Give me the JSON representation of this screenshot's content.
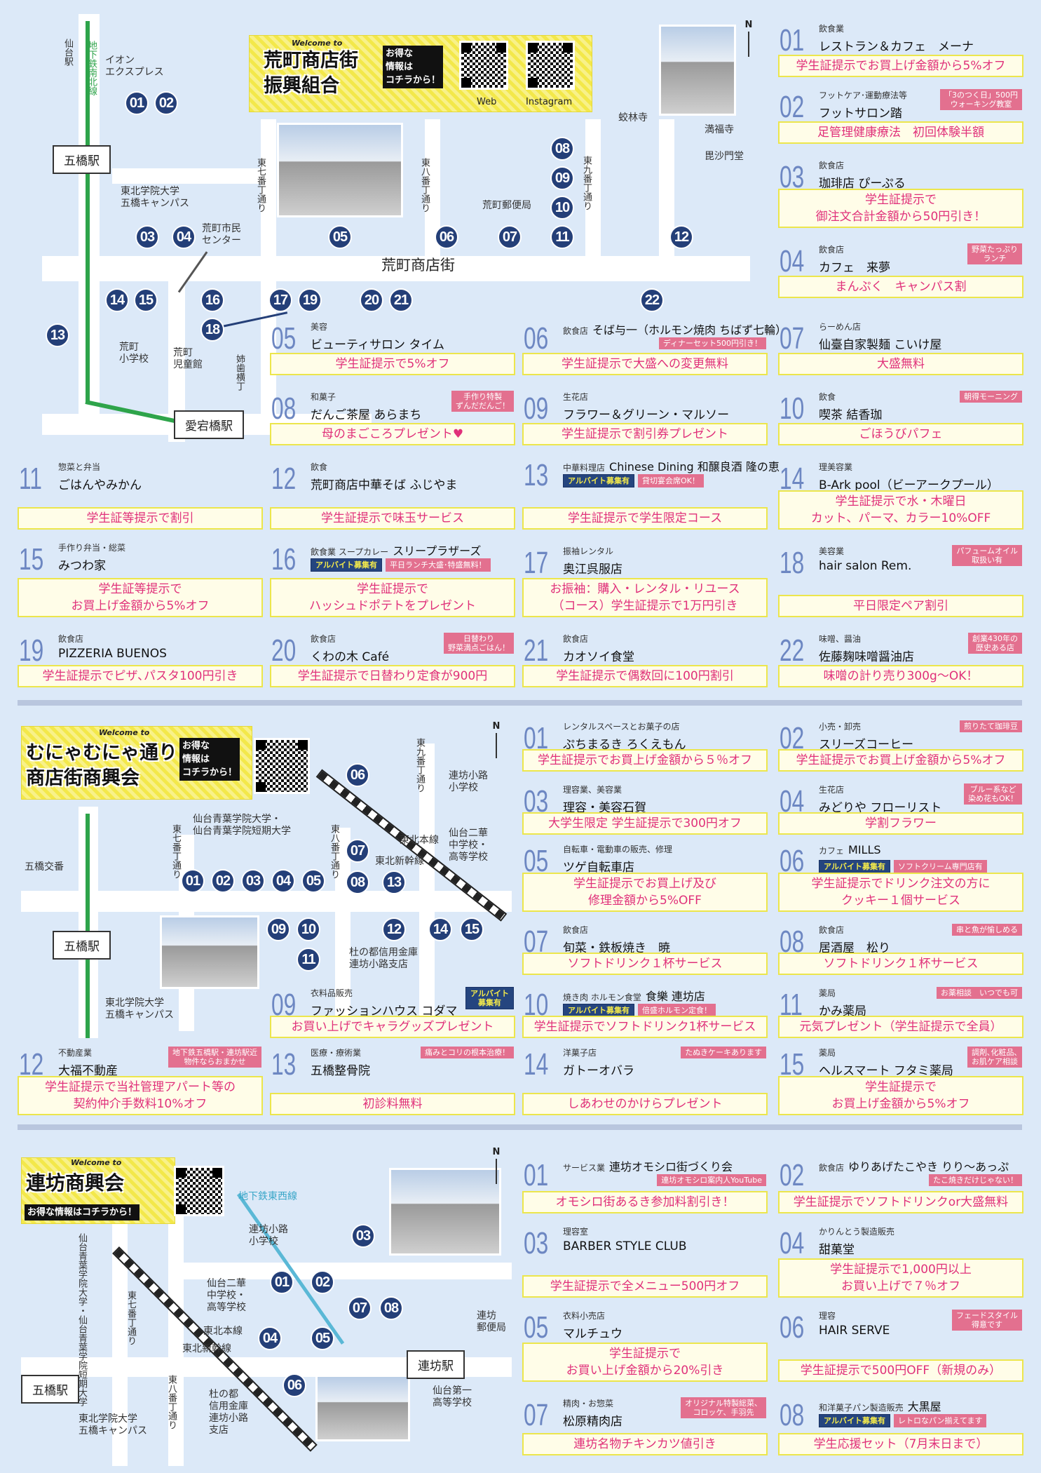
{
  "colors": {
    "background": "#dce9f8",
    "pin": "#243f78",
    "offer_text": "#e0307a",
    "badge_pink": "#e3708f",
    "badge_navy": "#25457f",
    "number": "#6d87c2"
  },
  "sections": [
    {
      "map": {
        "welcome": "Welcome to",
        "title": "荒町商店街\n振興組合",
        "info": "お得な\n情報は\nコチラから！",
        "qr_labels": [
          "Web",
          "Instagram"
        ],
        "labels": [
          "仙台駅",
          "地下鉄南北線",
          "イオン\nエクスプレス",
          "東北学院大学\n五橋キャンパス",
          "荒町市民\nセンター",
          "荒町\n小学校",
          "荒町\n児童館",
          "姉歯横丁",
          "東七番丁通り",
          "東八番丁通り",
          "東九番丁通り",
          "荒町郵便局",
          "蛟林寺",
          "満福寺",
          "毘沙門堂",
          "荒町商店街"
        ],
        "stations": [
          "五橋駅",
          "愛宕橋駅"
        ],
        "pins": [
          "01",
          "02",
          "03",
          "04",
          "05",
          "06",
          "07",
          "08",
          "09",
          "10",
          "11",
          "12",
          "13",
          "14",
          "15",
          "16",
          "17",
          "19",
          "20",
          "21",
          "22",
          "18"
        ],
        "north": "N"
      },
      "shops": [
        {
          "num": "01",
          "cat": "飲食業",
          "name": "レストラン＆カフェ　メーナ",
          "badges": [],
          "offer": "学生証提示でお買上げ金額から5%オフ"
        },
        {
          "num": "02",
          "cat": "フットケア･運動療法等",
          "name": "フットサロン踏",
          "badges": [
            {
              "text": "「3のつく日」500円\nウォーキング教室",
              "type": "pink"
            }
          ],
          "offer": "足管理健康療法　初回体験半額"
        },
        {
          "num": "03",
          "cat": "飲食店",
          "name": "珈琲店 ぴーぷる",
          "badges": [],
          "offer": "学生証提示で\n御注文合計金額から50円引き！"
        },
        {
          "num": "04",
          "cat": "飲食店",
          "name": "カフェ　来夢",
          "badges": [
            {
              "text": "野菜たっぷり\nランチ",
              "type": "pink"
            }
          ],
          "offer": "まんぷく　キャンパス割"
        },
        {
          "num": "05",
          "cat": "美容",
          "name": "ビューティサロン タイム",
          "badges": [],
          "offer": "学生証提示で5%オフ"
        },
        {
          "num": "06",
          "cat": "飲食店",
          "name": "そば与一（ホルモン焼肉 ちばず七輪）",
          "badges": [
            {
              "text": "ディナーセット500円引き！",
              "type": "pink"
            }
          ],
          "offer": "学生証提示で大盛への変更無料"
        },
        {
          "num": "07",
          "cat": "らーめん店",
          "name": "仙臺自家製麺 こいけ屋",
          "badges": [],
          "offer": "大盛無料"
        },
        {
          "num": "08",
          "cat": "和菓子",
          "name": "だんご茶屋 あらまち",
          "badges": [
            {
              "text": "手作り特製\nずんだだんご！",
              "type": "pink"
            }
          ],
          "offer": "母のまごころプレゼント♥"
        },
        {
          "num": "09",
          "cat": "生花店",
          "name": "フラワー＆グリーン・マルソー",
          "badges": [],
          "offer": "学生証提示で割引券プレゼント"
        },
        {
          "num": "10",
          "cat": "飲食",
          "name": "喫茶 結香珈",
          "badges": [
            {
              "text": "朝得モーニング",
              "type": "pink"
            }
          ],
          "offer": "ごほうびパフェ"
        },
        {
          "num": "11",
          "cat": "惣菜と弁当",
          "name": "ごはんやみかん",
          "badges": [],
          "offer": "学生証等提示で割引"
        },
        {
          "num": "12",
          "cat": "飲食",
          "name": "荒町商店中華そば ふじやま",
          "badges": [],
          "offer": "学生証提示で味玉サービス"
        },
        {
          "num": "13",
          "cat": "中華料理店",
          "name": "Chinese Dining 和醸良酒 隆の恵",
          "badges": [
            {
              "text": "アルバイト募集有",
              "type": "navy"
            },
            {
              "text": "貸切宴会席OK！",
              "type": "pink"
            }
          ],
          "offer": "学生証提示で学生限定コース"
        },
        {
          "num": "14",
          "cat": "理美容業",
          "name": "B-Ark pool（ビーアークプール）",
          "badges": [],
          "offer": "学生証提示で水・木曜日\nカット、パーマ、カラー10%OFF"
        },
        {
          "num": "15",
          "cat": "手作り弁当・総菜",
          "name": "みつわ家",
          "badges": [],
          "offer": "学生証等提示で\nお買上げ金額から5%オフ"
        },
        {
          "num": "16",
          "cat": "飲食業 スープカレー",
          "name": "スリープラザーズ",
          "badges": [
            {
              "text": "アルバイト募集有",
              "type": "navy"
            },
            {
              "text": "平日ランチ大盛･特盛無料！",
              "type": "pink"
            }
          ],
          "offer": "学生証提示で\nハッシュドポテトをプレゼント"
        },
        {
          "num": "17",
          "cat": "振袖レンタル",
          "name": "奥江呉服店",
          "badges": [],
          "offer": "お振袖：購入・レンタル・リユース\n（コース）学生証提示で1万円引き"
        },
        {
          "num": "18",
          "cat": "美容業",
          "name": "hair salon Rem.",
          "badges": [
            {
              "text": "パフュームオイル\n取扱い有",
              "type": "pink"
            }
          ],
          "offer": "平日限定ペア割引"
        },
        {
          "num": "19",
          "cat": "飲食店",
          "name": "PIZZERIA BUENOS",
          "badges": [],
          "offer": "学生証提示でピザ､パスタ100円引き"
        },
        {
          "num": "20",
          "cat": "飲食店",
          "name": "くわの木 Café",
          "badges": [
            {
              "text": "日替わり\n野菜満点ごはん！",
              "type": "pink"
            }
          ],
          "offer": "学生証提示で日替わり定食が900円"
        },
        {
          "num": "21",
          "cat": "飲食店",
          "name": "カオソイ食堂",
          "badges": [],
          "offer": "学生証提示で偶数回に100円割引"
        },
        {
          "num": "22",
          "cat": "味噌、醤油",
          "name": "佐藤麹味噌醤油店",
          "badges": [
            {
              "text": "創業430年の\n歴史ある店",
              "type": "pink"
            }
          ],
          "offer": "味噌の計り売り300g～OK！"
        }
      ]
    },
    {
      "map": {
        "welcome": "Welcome to",
        "title": "むにゃむにゃ通り\n商店街商興会",
        "info": "お得な\n情報は\nコチラから！",
        "qr_labels": [],
        "labels": [
          "仙台青葉学院大学・\n仙台青葉学院短期大学",
          "東七番丁通り",
          "東八番丁通り",
          "東九番丁通り",
          "連坊小路\n小学校",
          "仙台二華\n中学校・\n高等学校",
          "東北本線",
          "東北新幹線",
          "五橋交番",
          "杜の都信用金庫\n連坊小路支店",
          "東北学院大学\n五橋キャンパス"
        ],
        "stations": [
          "五橋駅"
        ],
        "pins": [
          "06",
          "07",
          "08",
          "13",
          "01",
          "02",
          "03",
          "04",
          "05",
          "09",
          "10",
          "11",
          "12",
          "14",
          "15"
        ],
        "north": "N"
      },
      "shops": [
        {
          "num": "01",
          "cat": "レンタルスペースとお菓子の店",
          "name": "ぷちまるき ろくえもん",
          "badges": [],
          "offer": "学生証提示でお買上げ金額から５％オフ"
        },
        {
          "num": "02",
          "cat": "小売・卸売",
          "name": "スリーズコーヒー",
          "badges": [
            {
              "text": "煎りたて珈琲豆",
              "type": "pink"
            }
          ],
          "offer": "学生証提示でお買上げ金額から5%オフ"
        },
        {
          "num": "03",
          "cat": "理容業、美容業",
          "name": "理容・美容石賀",
          "badges": [],
          "offer": "大学生限定 学生証提示で300円オフ"
        },
        {
          "num": "04",
          "cat": "生花店",
          "name": "みどりや フローリスト",
          "badges": [
            {
              "text": "ブルー系など\n染め花もOK！",
              "type": "pink"
            }
          ],
          "offer": "学割フラワー"
        },
        {
          "num": "05",
          "cat": "自転車・電動車の販売、修理",
          "name": "ツゲ自転車店",
          "badges": [],
          "offer": "学生証提示でお買上げ及び\n修理金額から5%OFF"
        },
        {
          "num": "06",
          "cat": "カフェ",
          "name": "MILLS",
          "badges": [
            {
              "text": "アルバイト募集有",
              "type": "navy"
            },
            {
              "text": "ソフトクリーム専門店有",
              "type": "pink"
            }
          ],
          "offer": "学生証提示でドリンク注文の方に\nクッキー１個サービス"
        },
        {
          "num": "07",
          "cat": "飲食店",
          "name": "旬菜・鉄板焼き　暁",
          "badges": [],
          "offer": "ソフトドリンク１杯サービス"
        },
        {
          "num": "08",
          "cat": "飲食店",
          "name": "居酒屋　松り",
          "badges": [
            {
              "text": "串と魚が愉しめる",
              "type": "pink"
            }
          ],
          "offer": "ソフトドリンク１杯サービス"
        },
        {
          "num": "09",
          "cat": "衣料品販売",
          "name": "ファッションハウス コダマ",
          "badges": [
            {
              "text": "アルバイト\n募集有",
              "type": "navy"
            }
          ],
          "offer": "お買い上げでキャラグッズプレゼント"
        },
        {
          "num": "10",
          "cat": "焼き肉 ホルモン食堂",
          "name": "食樂 連坊店",
          "badges": [
            {
              "text": "アルバイト募集有",
              "type": "navy"
            },
            {
              "text": "倍盛ホルモン定食！",
              "type": "pink"
            }
          ],
          "offer": "学生証提示でソフトドリンク1杯サービス"
        },
        {
          "num": "11",
          "cat": "薬局",
          "name": "かみ薬局",
          "badges": [
            {
              "text": "お薬相談　いつでも可",
              "type": "pink"
            }
          ],
          "offer": "元気プレゼント（学生証提示で全員）"
        },
        {
          "num": "12",
          "cat": "不動産業",
          "name": "大福不動産",
          "badges": [
            {
              "text": "地下鉄五橋駅・連坊駅近\n物件ならおまかせ",
              "type": "pink"
            }
          ],
          "offer": "学生証提示で当社管理アパート等の\n契約仲介手数料10%オフ"
        },
        {
          "num": "13",
          "cat": "医療・療術業",
          "name": "五橋整骨院",
          "badges": [
            {
              "text": "痛みとコリの根本治療！",
              "type": "pink"
            }
          ],
          "offer": "初診料無料"
        },
        {
          "num": "14",
          "cat": "洋菓子店",
          "name": "ガトーオバラ",
          "badges": [
            {
              "text": "たぬきケーキあります",
              "type": "pink"
            }
          ],
          "offer": "しあわせのかけらプレゼント"
        },
        {
          "num": "15",
          "cat": "薬局",
          "name": "ヘルスマート フタミ薬局",
          "badges": [
            {
              "text": "調剤､化粧品､\nお肌ケア相談",
              "type": "pink"
            }
          ],
          "offer": "学生証提示で\nお買上げ金額から5%オフ"
        }
      ]
    },
    {
      "map": {
        "welcome": "Welcome to",
        "title": "連坊商興会",
        "info": "お得な情報はコチラから！",
        "qr_labels": [],
        "labels": [
          "地下鉄東西線",
          "連坊小路\n小学校",
          "仙台二華\n中学校・\n高等学校",
          "仙台青葉学院大学・仙台青葉学院短期大学",
          "東七番丁通り",
          "東八番丁通り",
          "東北本線",
          "東北新幹線",
          "杜の都\n信用金庫\n連坊小路\n支店",
          "連坊\n郵便局",
          "仙台第一\n高等学校",
          "東北学院大学\n五橋キャンパス"
        ],
        "stations": [
          "連坊駅",
          "五橋駅"
        ],
        "pins": [
          "03",
          "01",
          "02",
          "07",
          "08",
          "04",
          "05",
          "06"
        ],
        "north": "N"
      },
      "shops": [
        {
          "num": "01",
          "cat": "サービス業",
          "name": "連坊オモシロ街づくり会",
          "badges": [
            {
              "text": "連坊オモシロ案内人YouTube",
              "type": "pink"
            }
          ],
          "offer": "オモシロ街あるき参加料割引き！"
        },
        {
          "num": "02",
          "cat": "飲食店",
          "name": "ゆりあげたこやき りり～あっぷ",
          "badges": [
            {
              "text": "たこ焼きだけじゃない！",
              "type": "pink"
            }
          ],
          "offer": "学生証提示でソフトドリンクor大盛無料"
        },
        {
          "num": "03",
          "cat": "理容室",
          "name": "BARBER STYLE CLUB",
          "badges": [],
          "offer": "学生証提示で全メニュー500円オフ"
        },
        {
          "num": "04",
          "cat": "かりんとう製造販売",
          "name": "甜菓堂",
          "badges": [],
          "offer": "学生証提示で1,000円以上\nお買い上げで７％オフ"
        },
        {
          "num": "05",
          "cat": "衣料小売店",
          "name": "マルチュウ",
          "badges": [],
          "offer": "学生証提示で\nお買い上げ金額から20%引き"
        },
        {
          "num": "06",
          "cat": "理容",
          "name": "HAIR SERVE",
          "badges": [
            {
              "text": "フェードスタイル\n得意です",
              "type": "pink"
            }
          ],
          "offer": "学生証提示で500円OFF（新規のみ）"
        },
        {
          "num": "07",
          "cat": "精肉・お惣菜",
          "name": "松原精肉店",
          "badges": [
            {
              "text": "オリジナル特製総菜、\nコロッケ、手羽先",
              "type": "pink"
            }
          ],
          "offer": "連坊名物チキンカツ値引き"
        },
        {
          "num": "08",
          "cat": "和洋菓子パン製造販売",
          "name": "大黒屋",
          "badges": [
            {
              "text": "アルバイト募集有",
              "type": "navy"
            },
            {
              "text": "レトロなパン揃えてます",
              "type": "pink"
            }
          ],
          "offer": "学生応援セット（7月末日まで）"
        }
      ]
    }
  ]
}
